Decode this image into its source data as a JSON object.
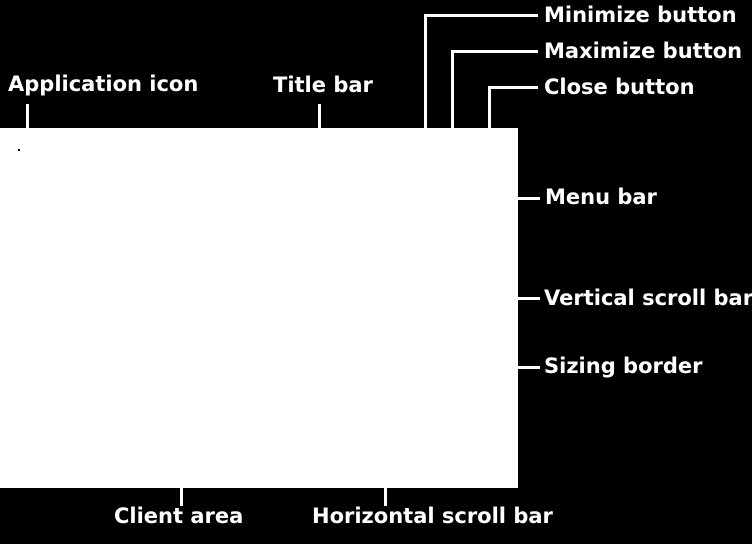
{
  "diagram": {
    "colors": {
      "background": "#000000",
      "window": "#ffffff",
      "text": "#ffffff"
    },
    "labels": {
      "minimize_button": "Minimize button",
      "maximize_button": "Maximize button",
      "close_button": "Close button",
      "application_icon": "Application icon",
      "title_bar": "Title bar",
      "menu_bar": "Menu bar",
      "vertical_scroll_bar": "Vertical scroll bar",
      "sizing_border": "Sizing border",
      "client_area": "Client area",
      "horizontal_scroll_bar": "Horizontal scroll bar"
    }
  }
}
